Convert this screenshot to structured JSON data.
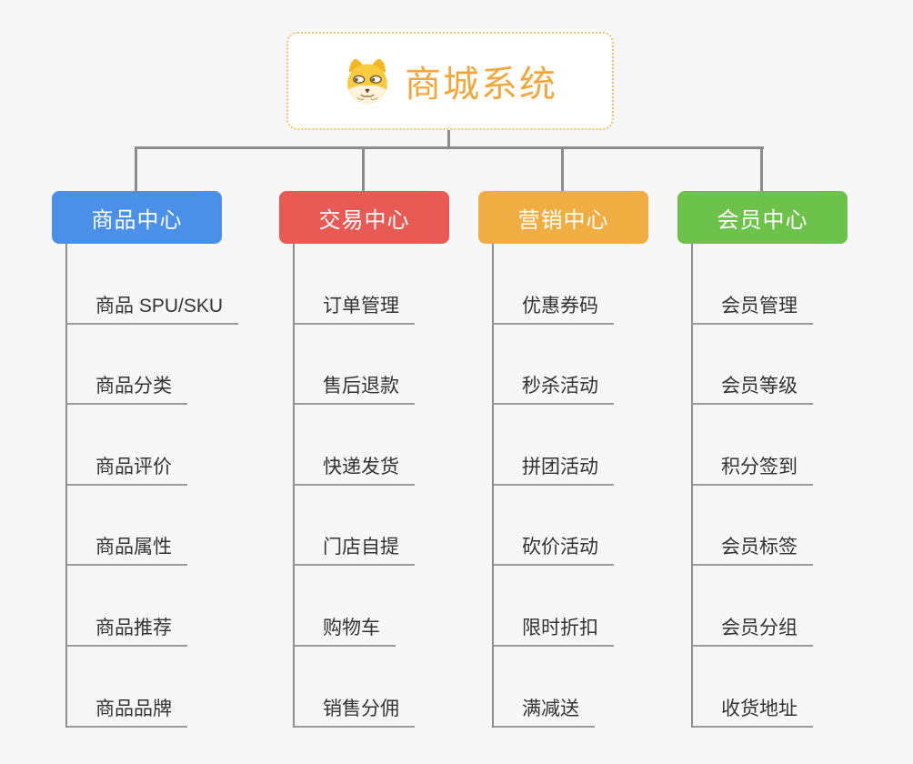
{
  "page": {
    "background_color": "#f7f7f7",
    "connector_color": "#8c8c8c",
    "underline_color": "#9b9b9b"
  },
  "root": {
    "title": "商城系统",
    "icon": "doge-icon",
    "text_color": "#f2a73d",
    "border_color": "#f2c169"
  },
  "columns": [
    {
      "label": "商品中心",
      "color": "#4a90e8",
      "items": [
        "商品 SPU/SKU",
        "商品分类",
        "商品评价",
        "商品属性",
        "商品推荐",
        "商品品牌"
      ]
    },
    {
      "label": "交易中心",
      "color": "#e85a53",
      "items": [
        "订单管理",
        "售后退款",
        "快递发货",
        "门店自提",
        "购物车",
        "销售分佣"
      ]
    },
    {
      "label": "营销中心",
      "color": "#efad42",
      "items": [
        "优惠券码",
        "秒杀活动",
        "拼团活动",
        "砍价活动",
        "限时折扣",
        "满减送"
      ]
    },
    {
      "label": "会员中心",
      "color": "#6cc24a",
      "items": [
        "会员管理",
        "会员等级",
        "积分签到",
        "会员标签",
        "会员分组",
        "收货地址"
      ]
    }
  ]
}
